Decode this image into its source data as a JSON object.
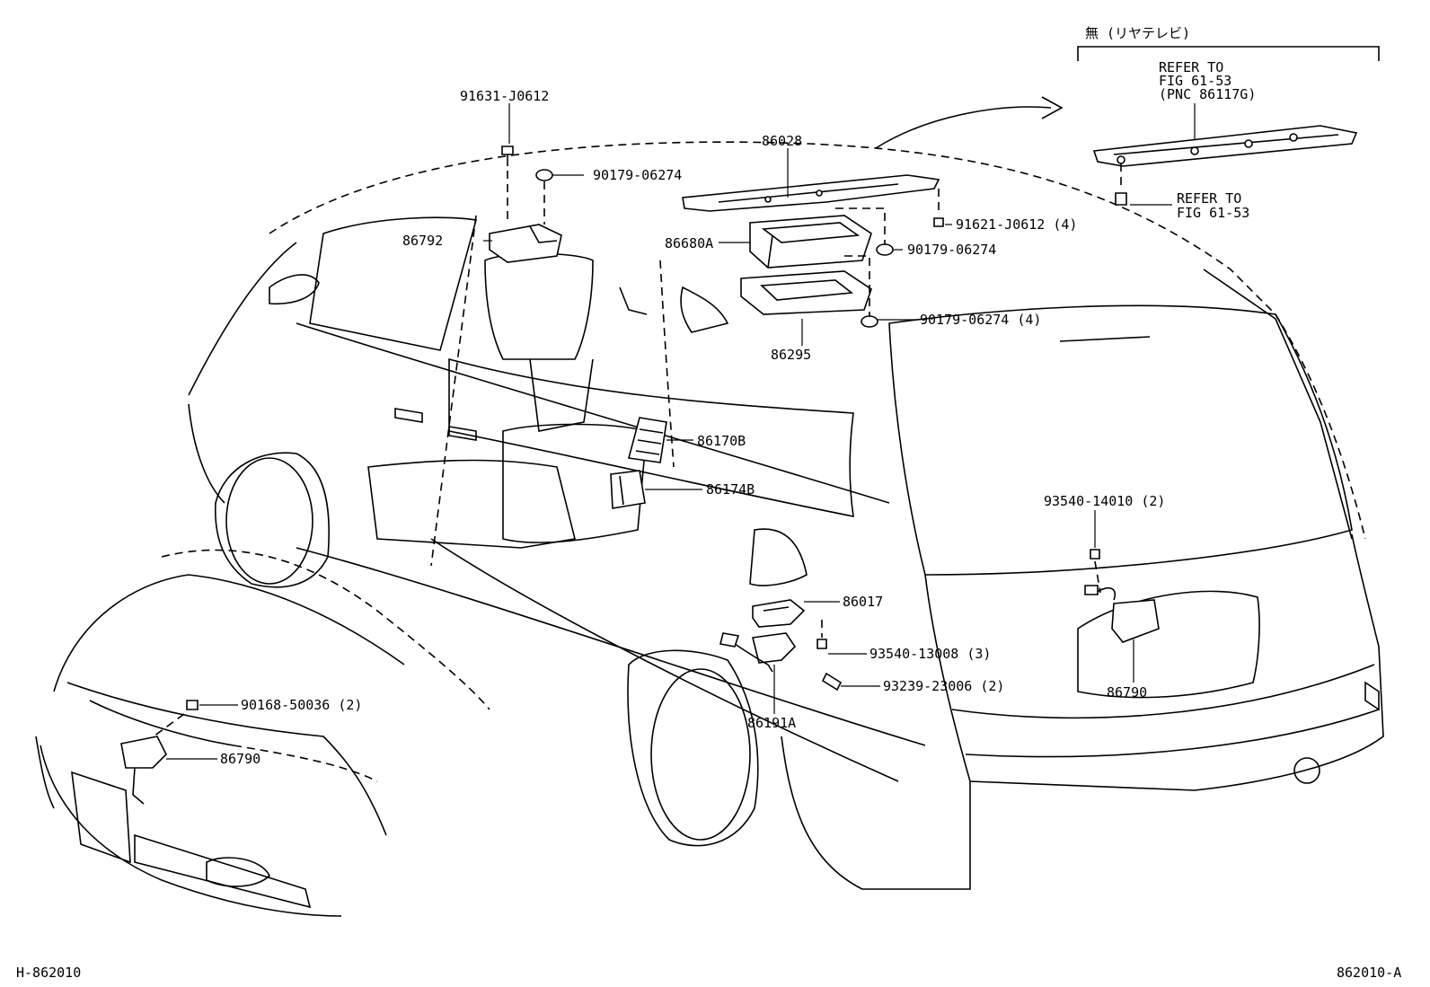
{
  "labels": {
    "p91631": "91631-J0612",
    "p90179_top": "90179-06274",
    "p86792": "86792",
    "p86028": "86028",
    "p86680a": "86680A",
    "p91621": "91621-J0612 (4)",
    "p90179_mid": "90179-06274",
    "p90179_low": "90179-06274 (4)",
    "p86295": "86295",
    "p86170b": "86170B",
    "p86174b": "86174B",
    "p86017": "86017",
    "p93540_13008": "93540-13008 (3)",
    "p93239": "93239-23006 (2)",
    "p86191a": "86191A",
    "p90168": "90168-50036 (2)",
    "p86790_front": "86790",
    "p93540_14010": "93540-14010 (2)",
    "p86790_rear": "86790"
  },
  "inset": {
    "header": "無 (リヤテレビ)",
    "refer1_line1": "REFER TO",
    "refer1_line2": "FIG 61-53",
    "refer1_line3": "(PNC 86117G)",
    "refer2_line1": "REFER TO",
    "refer2_line2": "FIG 61-53"
  },
  "footer": {
    "left": "H-862010",
    "right": "862010-A"
  }
}
